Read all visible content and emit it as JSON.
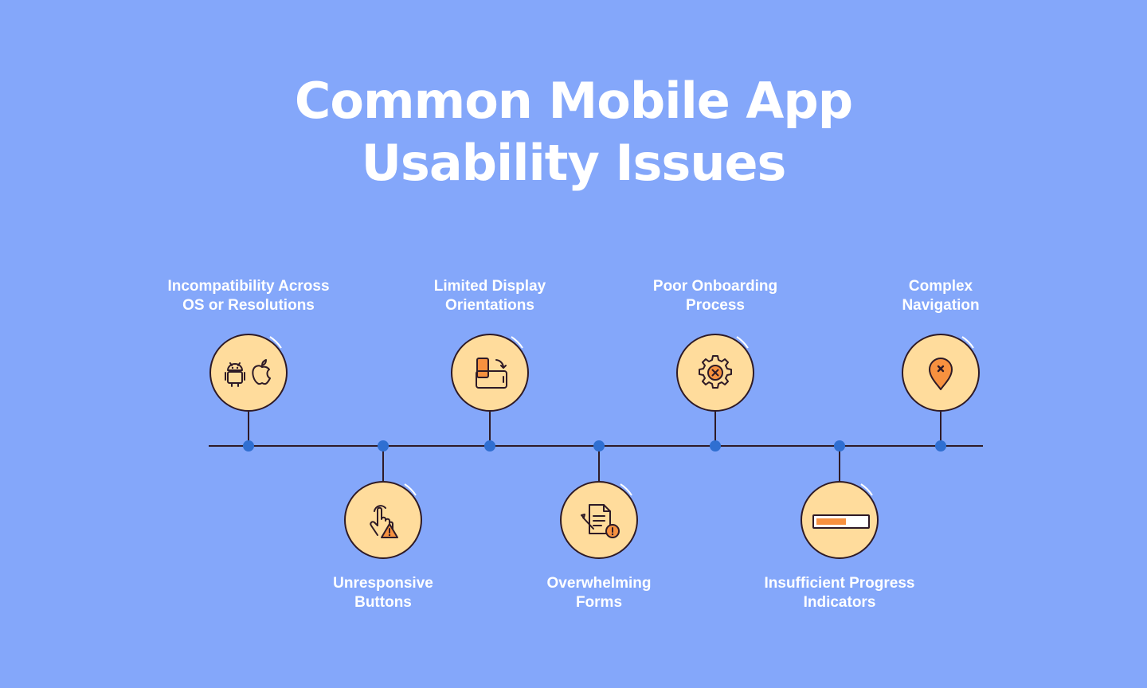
{
  "title": {
    "line1": "Common Mobile App",
    "line2": "Usability Issues"
  },
  "colors": {
    "background": "#84a7fa",
    "circle_fill": "#ffdc9c",
    "outline": "#2e1a26",
    "node": "#2f6fd1",
    "accent": "#f7913f",
    "text": "#ffffff"
  },
  "issues": [
    {
      "line1": "Incompatibility Across",
      "line2": "OS or Resolutions",
      "icon": "android-apple-icon"
    },
    {
      "line1": "Unresponsive",
      "line2": "Buttons",
      "icon": "tap-warning-icon"
    },
    {
      "line1": "Limited Display",
      "line2": "Orientations",
      "icon": "screen-rotate-icon"
    },
    {
      "line1": "Overwhelming",
      "line2": "Forms",
      "icon": "form-alert-icon"
    },
    {
      "line1": "Poor Onboarding",
      "line2": "Process",
      "icon": "gear-x-icon"
    },
    {
      "line1": "Insufficient Progress",
      "line2": "Indicators",
      "icon": "progress-bar-icon"
    },
    {
      "line1": "Complex",
      "line2": "Navigation",
      "icon": "map-pin-x-icon"
    }
  ]
}
